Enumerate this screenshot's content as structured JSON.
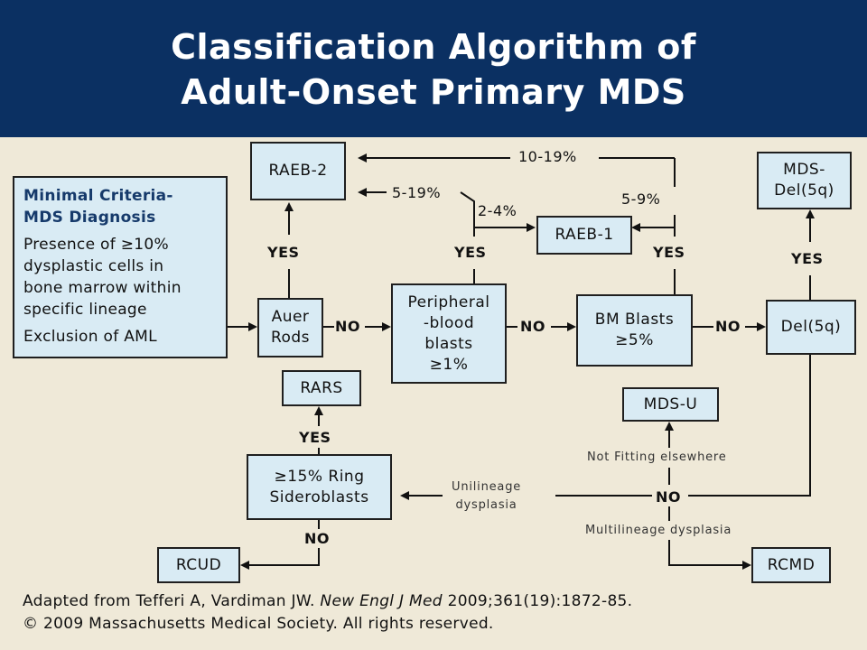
{
  "title": {
    "line1": "Classification Algorithm of",
    "line2": "Adult-Onset Primary MDS"
  },
  "criteria": {
    "heading1": "Minimal Criteria-",
    "heading2": "MDS Diagnosis",
    "item1": [
      "Presence of ≥10%",
      "dysplastic cells in",
      "bone marrow within",
      "specific lineage"
    ],
    "item2": "Exclusion of AML"
  },
  "nodes": {
    "raeb2": "RAEB-2",
    "raeb1": "RAEB-1",
    "mds_del5q": [
      "MDS-",
      "Del(5q)"
    ],
    "auer_rods": [
      "Auer",
      "Rods"
    ],
    "peripheral": [
      "Peripheral",
      "-blood",
      "blasts",
      "≥1%"
    ],
    "bm_blasts": [
      "BM Blasts",
      "≥5%"
    ],
    "del5q": "Del(5q)",
    "rars": "RARS",
    "mds_u": "MDS-U",
    "ring_sideroblasts": [
      "≥15% Ring",
      "Sideroblasts"
    ],
    "rcud": "RCUD",
    "rcmd": "RCMD"
  },
  "labels": {
    "yes": "YES",
    "no": "NO",
    "pct_10_19": "10-19%",
    "pct_5_19": "5-19%",
    "pct_2_4": "2-4%",
    "pct_5_9": "5-9%",
    "not_fitting": "Not Fitting elsewhere",
    "unilineage": [
      "Unilineage",
      "dysplasia"
    ],
    "multilineage": "Multilineage dysplasia"
  },
  "footer": {
    "line1_pre": "Adapted from Tefferi A, Vardiman JW. ",
    "line1_journal": "New Engl J Med",
    "line1_post": " 2009;361(19):1872-85.",
    "line2": "© 2009 Massachusetts Medical Society. All rights reserved."
  },
  "colors": {
    "header_bg": "#0b3062",
    "page_bg": "#efe9d8",
    "box_fill": "#d9ebf4",
    "heading_text": "#163a6b"
  }
}
